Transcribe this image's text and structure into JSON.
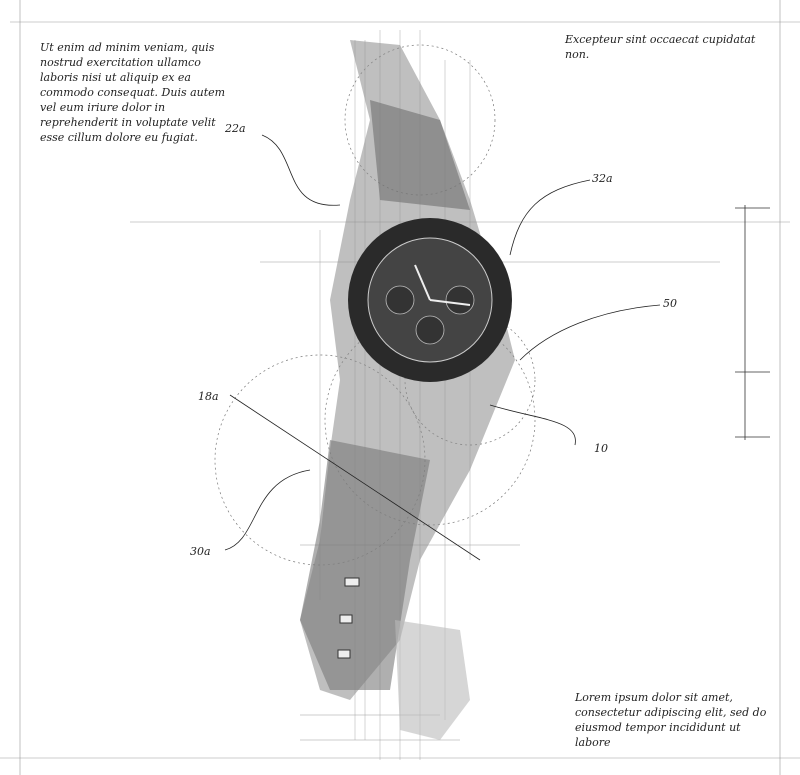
{
  "notes": {
    "top_left": "Ut enim ad minim veniam, quis nostrud exercitation ullamco laboris nisi ut aliquip ex ea commodo consequat. Duis autem vel eum iriure dolor in reprehenderit in voluptate velit esse cillum dolore eu fugiat.",
    "top_right": "Excepteur sint occaecat cupidatat non.",
    "bottom_right": "Lorem ipsum dolor sit amet, consectetur adipiscing elit, sed do eiusmod tempor incididunt ut labore"
  },
  "labels": {
    "l22a": "22a",
    "l32a": "32a",
    "l50": "50",
    "l18a": "18a",
    "l10": "10",
    "l30a": "30a"
  }
}
